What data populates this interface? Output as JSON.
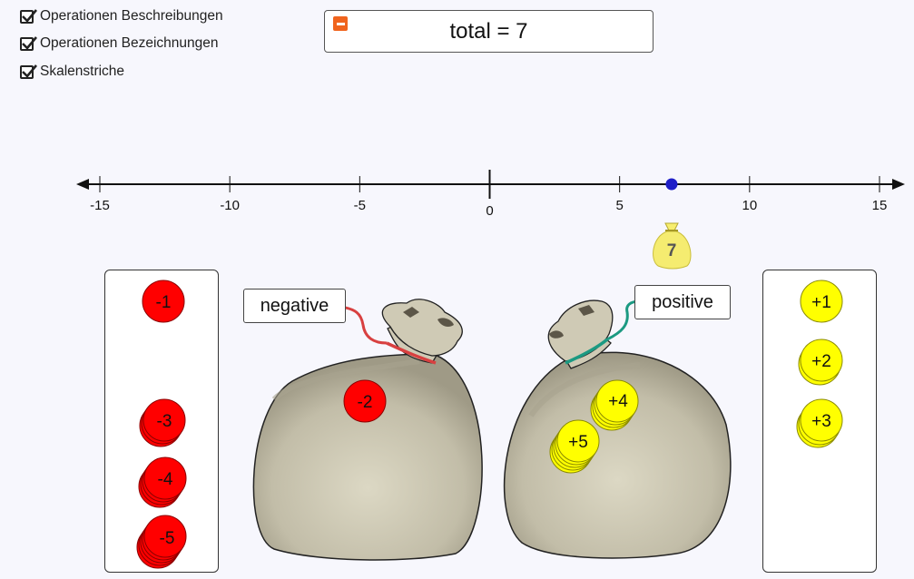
{
  "options": [
    {
      "label": "Operationen Beschreibungen",
      "checked": true
    },
    {
      "label": "Operationen Bezeichnungen",
      "checked": true
    },
    {
      "label": "Skalenstriche",
      "checked": true
    }
  ],
  "total_text": "total = 7",
  "number_line": {
    "min": -15,
    "max": 15,
    "tick_labels": [
      "-15",
      "-10",
      "-5",
      "0",
      "5",
      "10",
      "15"
    ],
    "marker_value": 7
  },
  "marker_bag_label": "7",
  "negative_bag": {
    "label": "negative",
    "coins": [
      "-2"
    ]
  },
  "positive_bag": {
    "label": "positive",
    "coins": [
      "+4",
      "+5"
    ]
  },
  "negative_panel": {
    "coins": [
      "-1",
      "-3",
      "-4",
      "-5"
    ]
  },
  "positive_panel": {
    "coins": [
      "+1",
      "+2",
      "+3"
    ]
  },
  "colors": {
    "negative_coin": "#ff0000",
    "positive_coin": "#ffff00",
    "marker": "#1f1fc8",
    "collapse_button": "#f0641e",
    "sack": "#cdc8b4"
  }
}
